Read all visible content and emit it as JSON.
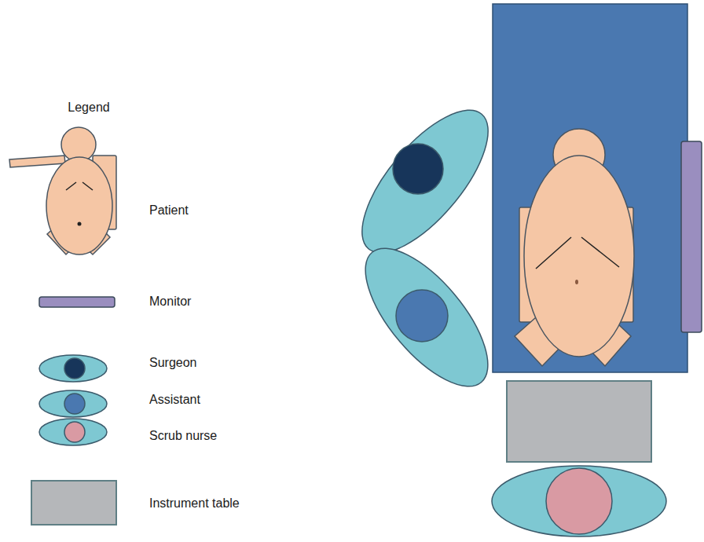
{
  "diagram": {
    "labels": [
      "Legend"
    ],
    "legend": [
      {
        "text": "Patient"
      },
      {
        "text": "Monitor"
      },
      {
        "text": "Surgeon"
      },
      {
        "text": "Assistant"
      },
      {
        "text": "Scrub nurse"
      },
      {
        "text": "Instrument table"
      }
    ]
  }
}
